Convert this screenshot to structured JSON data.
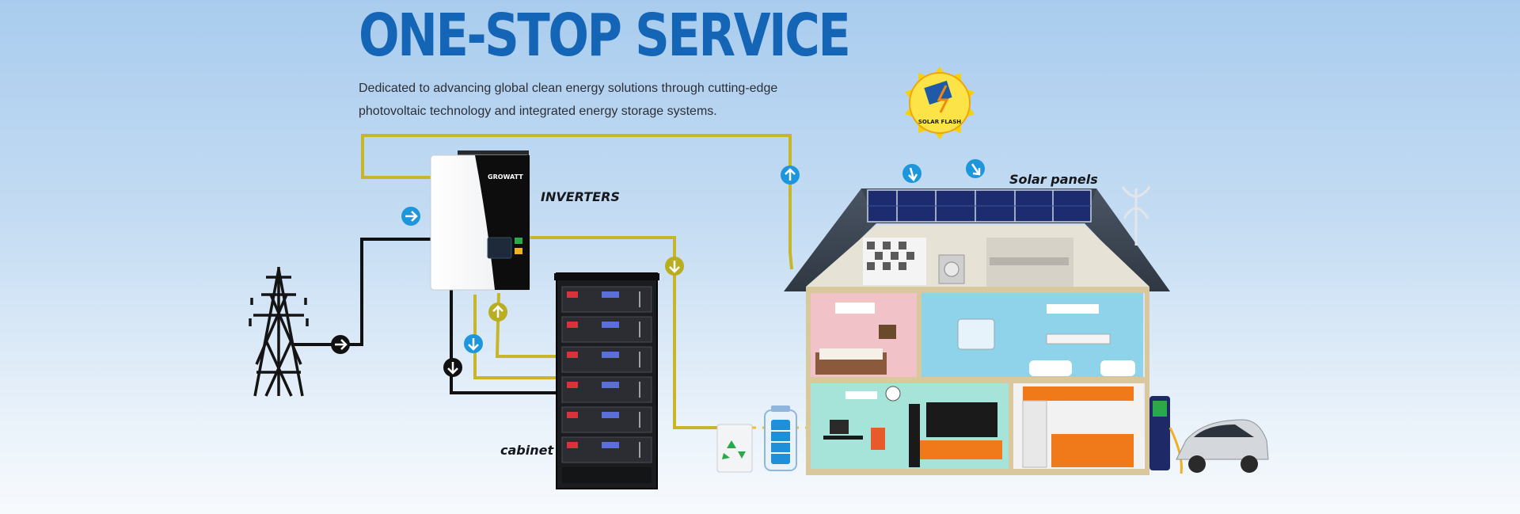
{
  "header": {
    "title": "ONE-STOP SERVICE",
    "description": "Dedicated to advancing global clean energy solutions through cutting-edge photovoltaic technology and integrated energy storage systems."
  },
  "labels": {
    "inverters": "INVERTERS",
    "solar_panels": "Solar panels",
    "cabinet": "cabinet"
  },
  "logo": {
    "badge_text": "SOLAR FLASH",
    "inverter_brand": "GROWATT"
  },
  "colors": {
    "title_blue": "#1565b7",
    "flow_yellow": "#c8b62a",
    "flow_black": "#111111",
    "arrow_blue": "#1e96dc",
    "arrow_olive": "#b8ae20",
    "sun_yellow": "#f5d10c"
  },
  "icons": [
    "transmission-tower-icon",
    "inverter-unit",
    "battery-cabinet",
    "house-cutaway",
    "recycle-bin-icon",
    "battery-icon",
    "ev-charger-icon",
    "car-icon",
    "wind-turbine-icon",
    "solar-flash-logo"
  ]
}
